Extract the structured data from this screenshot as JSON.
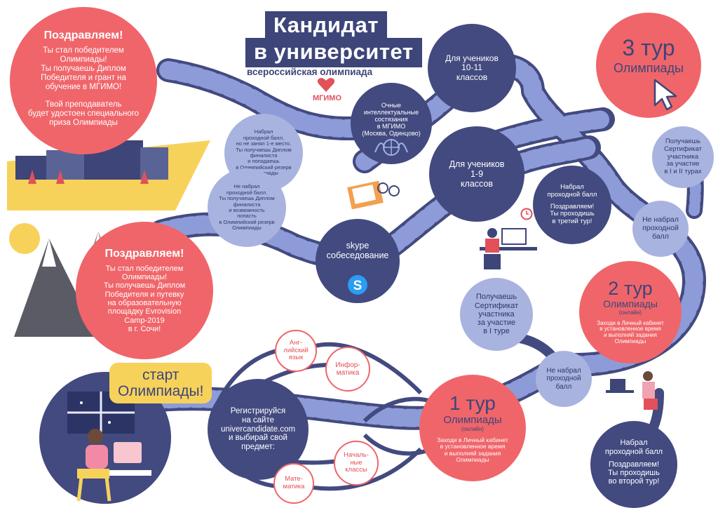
{
  "header": {
    "line1": "Кандидат",
    "line2": "в университет",
    "subtitle": "всероссийская олимпиада",
    "org": "МГИМО"
  },
  "start": {
    "label": "старт\nОлимпиады!"
  },
  "nodes": {
    "register": "Регистрируйся\nна сайте\nunivercandidate.com\nи выбирай свой\nпредмет:",
    "english": "Анг-\nлийский\nязык",
    "informatics": "Инфор-\nматика",
    "primary": "Началь-\nные\nклассы",
    "math": "Мате-\nматика",
    "round1": {
      "title": "1 тур",
      "subtitle": "Олимпиады",
      "note": "(онлайн)",
      "text": "Заходи в Личный кабинет\nв установленное время\nи выполняй задания\nОлимпиады"
    },
    "notpassed1": "Не набрал\nпроходной\nбалл",
    "cert1": "Получаешь\nСертификат\nучастника\nза участие\nв I туре",
    "passed1": {
      "head": "Набрал\nпроходной балл",
      "text": "Поздравляем!\nТы проходишь\nво второй тур!"
    },
    "round2": {
      "title": "2 тур",
      "subtitle": "Олимпиады",
      "note": "(онлайн)",
      "text": "Заходи в Личный кабинет\nв установленное время\nи выполняй задания\nОлимпиады"
    },
    "notpassed2": "Не набрал\nпроходной\nбалл",
    "cert2": "Получаешь\nСертификат\nучастника\nза участие\nв I и II турах",
    "passed2": {
      "head": "Набрал\nпроходной балл",
      "text": "Поздравляем!\nТы проходишь\nв третий тур!"
    },
    "round3": {
      "title": "3 тур",
      "subtitle": "Олимпиады"
    },
    "grade1011": "Для учеников\n10-11\nклассов",
    "grade19": "Для учеников\n1-9\nклассов",
    "inperson": "Очные\nинтеллектуальные\nсостязания\nв МГИМО\n(Москва, Одинцово)",
    "finalistReserve": "Набрал\nпроходной балл,\nно не занял 1-е место.\nТы получаешь Диплом\nфиналиста\nи попадаешь\nв Олимпийский резерв\nОлимпиады",
    "notpassedReserve": "Не набрал\nпроходной балл.\nТы получаешь Диплом\nфиналиста\nи возможность\nпопасть\nв Олимпийский резерв\nОлимпиады",
    "skype": "skype\nсобеседование",
    "winnerMgimo": {
      "head": "Поздравляем!",
      "text": "Ты стал победителем\nОлимпиады!\nТы получаешь Диплом\nПобедителя  и грант на\nобучение в МГИМО!\n\nТвой преподаватель\nбудет удостоен специального\nприза Олимпиады"
    },
    "winnerSochi": {
      "head": "Поздравляем!",
      "text": "Ты стал победителем\nОлимпиады!\nТы получаешь Диплом\nПобедителя и путевку\nна образовательную\nплощадку Evrovision\nCamp-2019\nв г. Сочи!"
    }
  },
  "colors": {
    "navy": "#424a7f",
    "coral": "#f0656a",
    "lavender": "#a9b3df",
    "yellow": "#f7d25b",
    "road_stripe": "#8d9bd8"
  }
}
